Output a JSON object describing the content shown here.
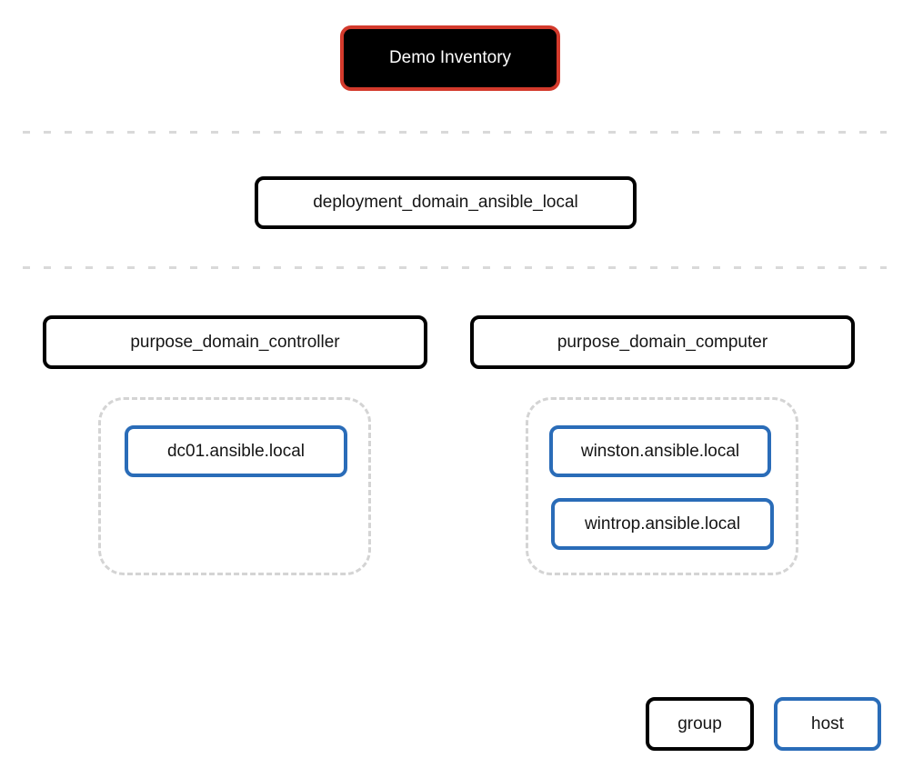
{
  "diagram": {
    "title_node": {
      "label": "Demo Inventory"
    },
    "deployment_group": {
      "label": "deployment_domain_ansible_local"
    },
    "groups": [
      {
        "label": "purpose_domain_controller",
        "hosts": [
          "dc01.ansible.local"
        ]
      },
      {
        "label": "purpose_domain_computer",
        "hosts": [
          "winston.ansible.local",
          "wintrop.ansible.local"
        ]
      }
    ],
    "legend": {
      "group_label": "group",
      "host_label": "host"
    }
  },
  "colors": {
    "root_border": "#d33a2c",
    "root_bg": "#000000",
    "group_border": "#000000",
    "host_border": "#2a6cb8",
    "separator_dash": "#d9d9d9",
    "cluster_dash": "#d4d4d4",
    "text": "#151515"
  }
}
